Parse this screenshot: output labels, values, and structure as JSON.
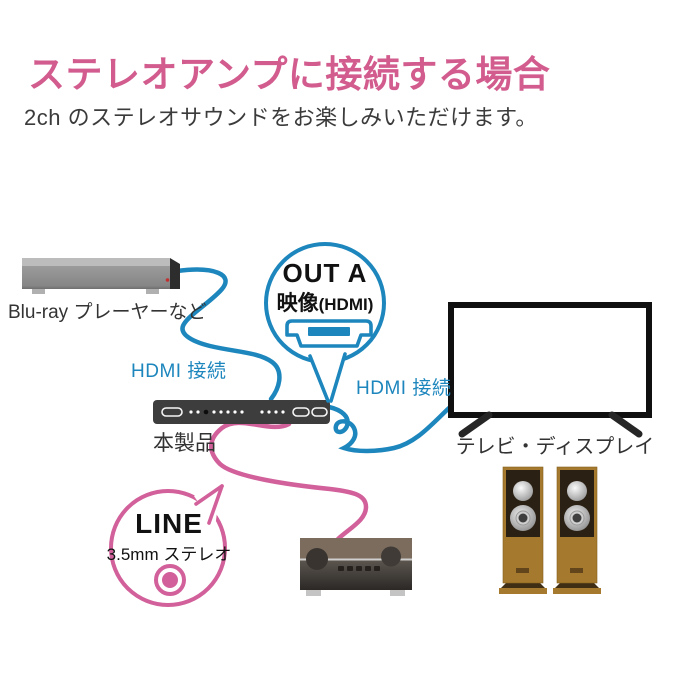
{
  "colors": {
    "title_pink": "#d25c8e",
    "cable_blue": "#1d86bd",
    "cable_pink": "#d2609a",
    "text_dark": "#333333"
  },
  "header": {
    "title": "ステレオアンプに接続する場合",
    "subtitle": "2ch のステレオサウンドをお楽しみいただけます。"
  },
  "labels": {
    "bluray": "Blu-ray プレーヤーなど",
    "hdmi_connection_left": "HDMI 接続",
    "hdmi_connection_right": "HDMI 接続",
    "product": "本製品",
    "tv": "テレビ・ディスプレイ"
  },
  "callouts": {
    "out_a": {
      "title": "OUT A",
      "subtitle": "映像",
      "subtitle_paren": "(HDMI)"
    },
    "line": {
      "title": "LINE",
      "subtitle": "3.5mm ステレオ"
    }
  }
}
